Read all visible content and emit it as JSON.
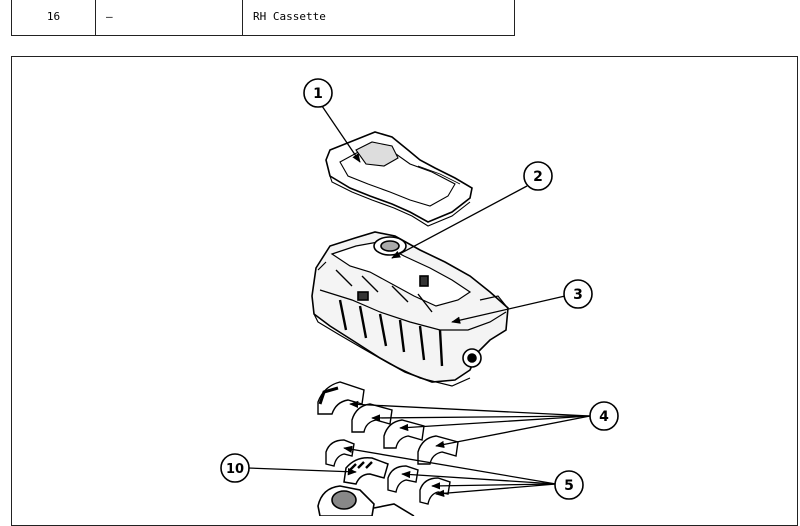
{
  "table": {
    "rows": [
      {
        "item": "16",
        "part_number": "—",
        "description": "RH Cassette"
      }
    ]
  },
  "figure": {
    "callouts": [
      "1",
      "2",
      "3",
      "4",
      "5",
      "10"
    ]
  }
}
